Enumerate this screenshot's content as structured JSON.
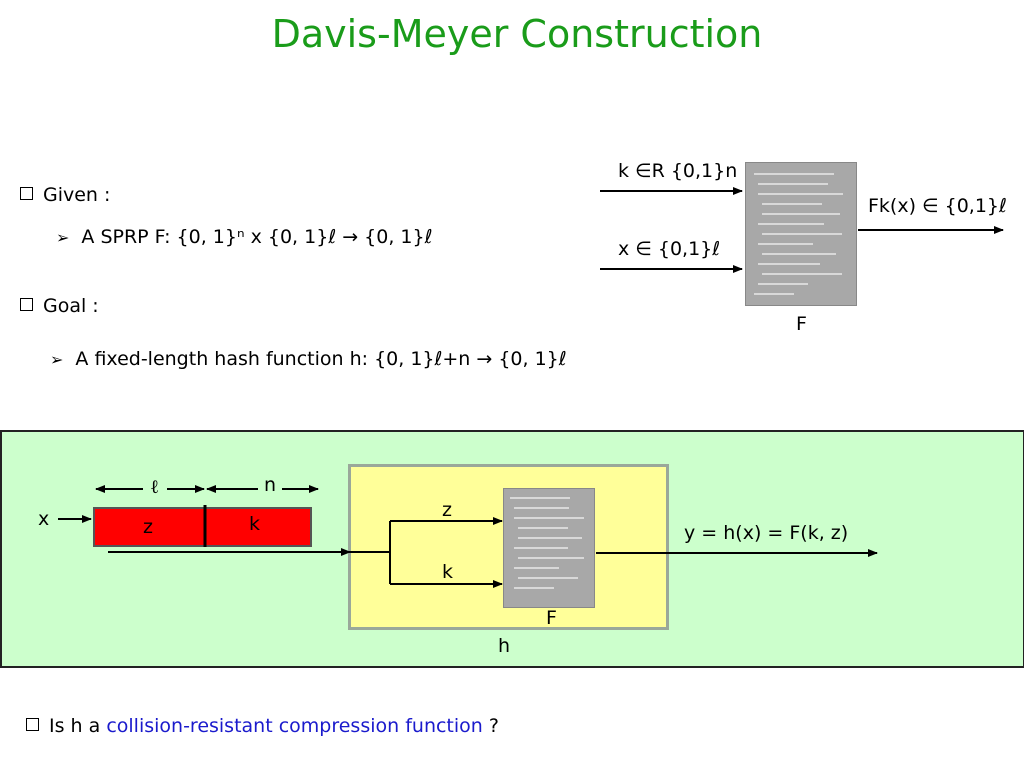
{
  "title": "Davis-Meyer Construction",
  "given": {
    "label": "Given :",
    "sprp": "A SPRP F: {0, 1}ⁿ x {0, 1}ℓ → {0, 1}ℓ"
  },
  "goal": {
    "label": "Goal :",
    "hash": "A fixed-length hash function h: {0, 1}ℓ+n → {0, 1}ℓ"
  },
  "top_diagram": {
    "key_input": "k ∈R {0,1}n",
    "x_input": "x ∈ {0,1}ℓ",
    "output": "Fk(x) ∈ {0,1}ℓ",
    "box_label": "F"
  },
  "bottom_diagram": {
    "x_label": "x",
    "z_label": "z",
    "k_label": "k",
    "ell_label": "ℓ",
    "n_label": "n",
    "z_in": "z",
    "k_in": "k",
    "f_label": "F",
    "h_label": "h",
    "output": "y = h(x) = F(k, z)"
  },
  "question": {
    "prefix": "Is h a ",
    "highlight": "collision-resistant compression function",
    "suffix": " ?"
  },
  "colors": {
    "title": "#1a9c1a",
    "lower_bg": "#ccffcc",
    "h_bg": "#ffff99",
    "bar": "#ff0000",
    "link": "#1a1acc"
  }
}
